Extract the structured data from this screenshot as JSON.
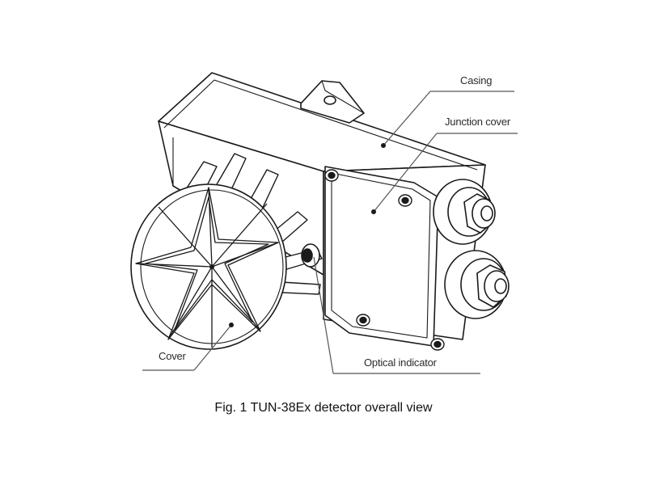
{
  "labels": {
    "casing": "Casing",
    "junction_cover": "Junction cover",
    "cover": "Cover",
    "optical_indicator": "Optical indicator"
  },
  "caption": "Fig. 1 TUN-38Ex detector overall view",
  "colors": {
    "line": "#1a1a1a",
    "callout": "#555555",
    "background": "#ffffff"
  }
}
